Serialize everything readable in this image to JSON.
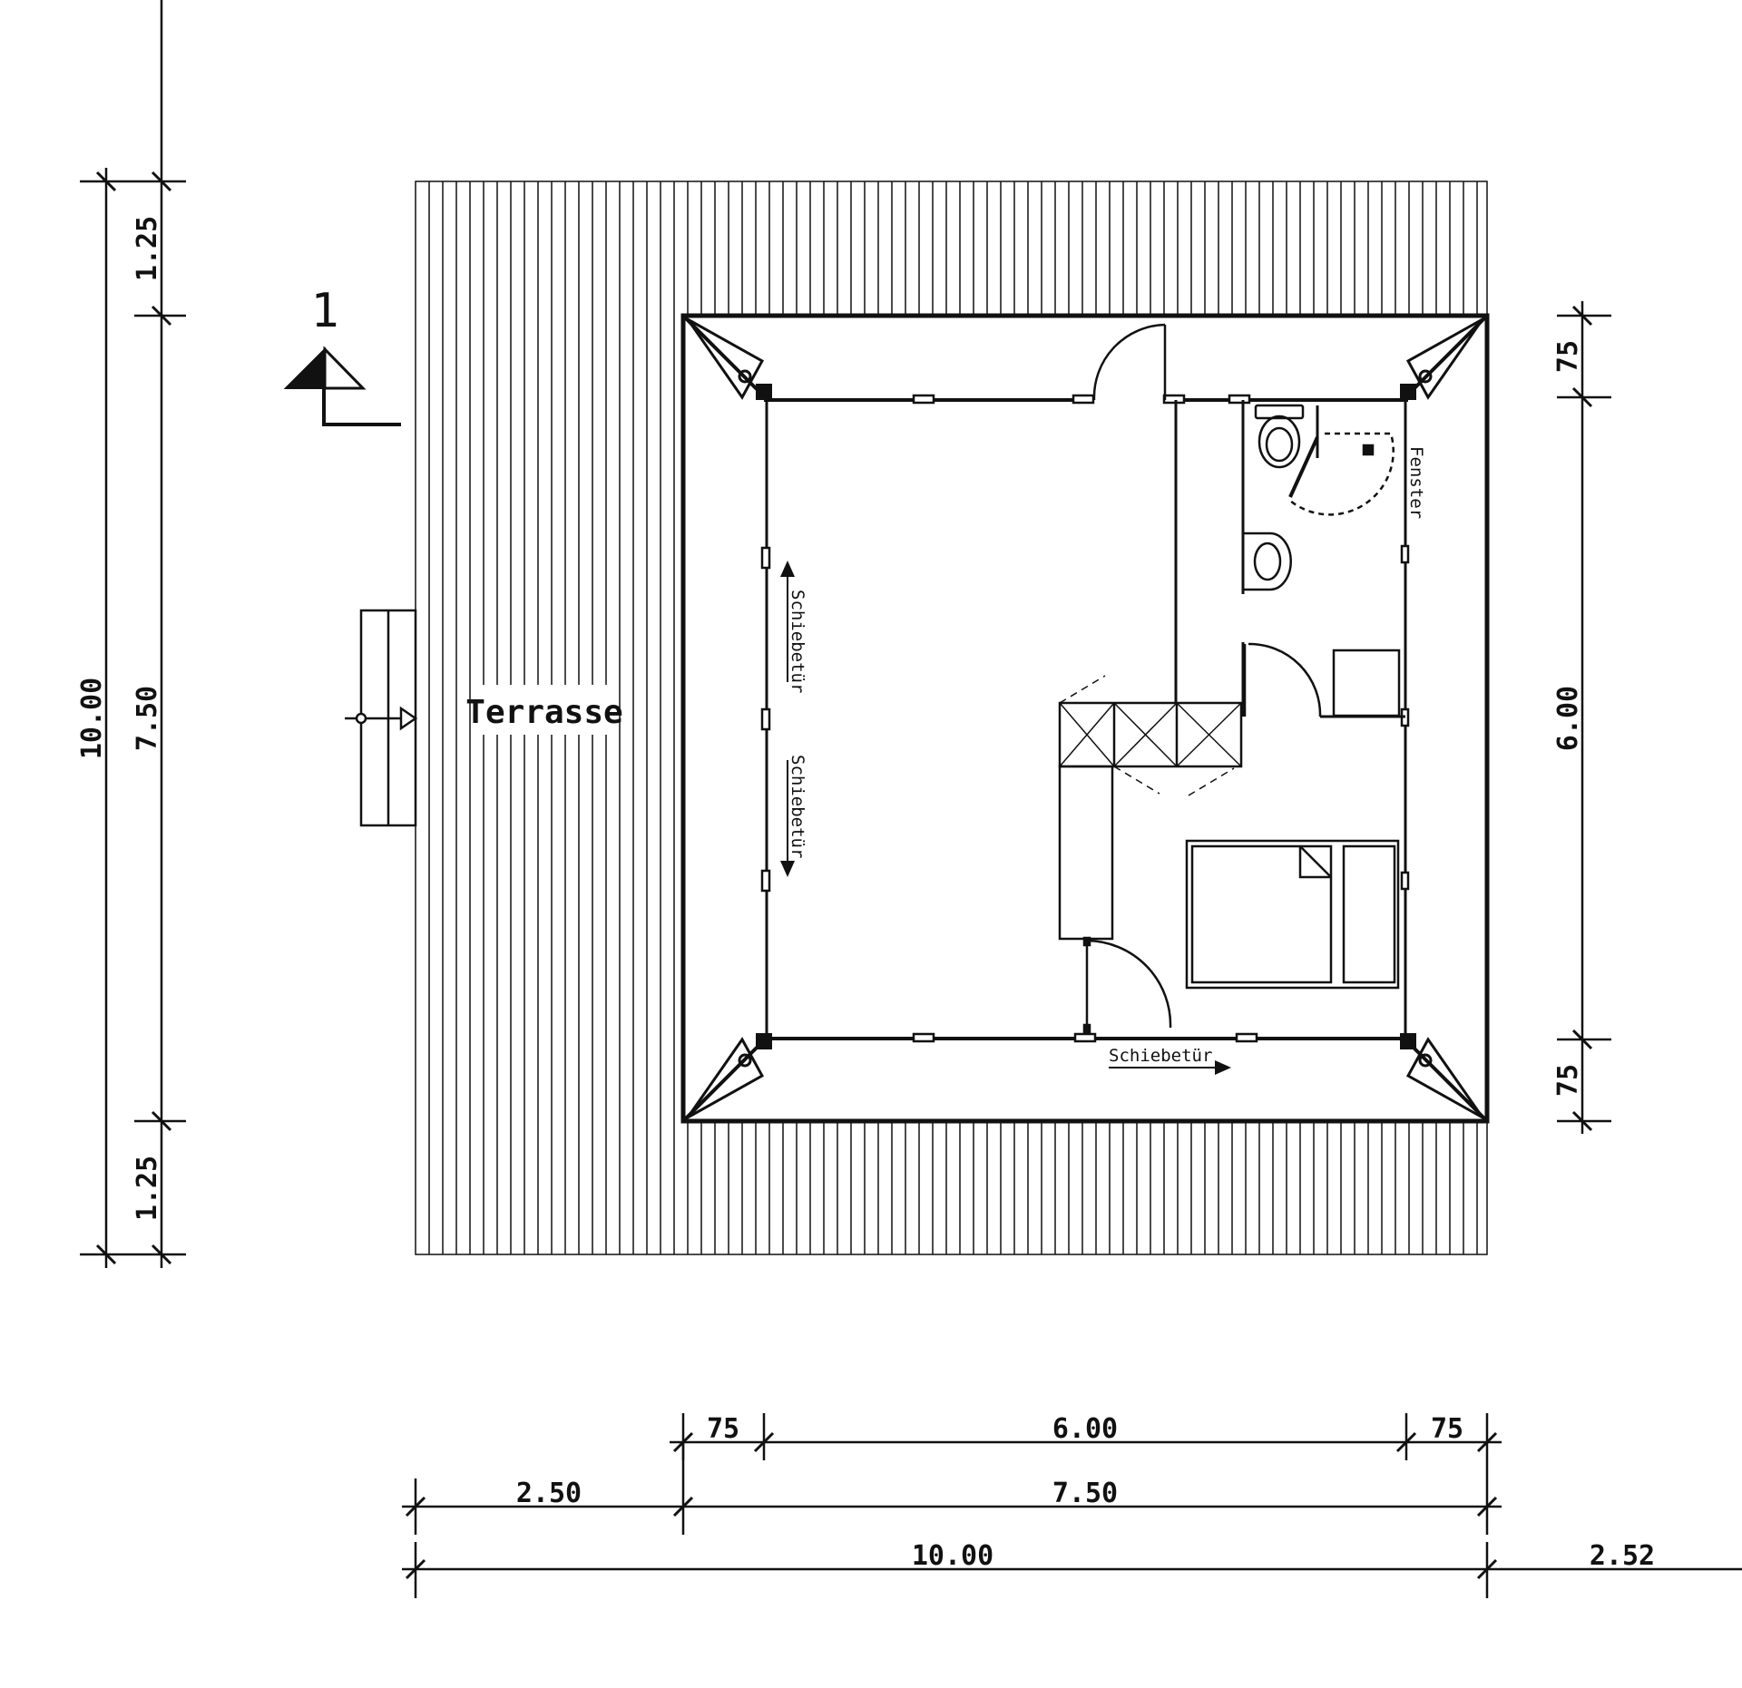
{
  "labels": {
    "terrace": "Terrasse",
    "sliding_door": "Schiebetür",
    "window": "Fenster",
    "section_mark": "1"
  },
  "dimensions": {
    "bottom_row1": [
      "75",
      "6.00",
      "75"
    ],
    "bottom_row2": [
      "2.50",
      "7.50"
    ],
    "bottom_row3": [
      "10.00",
      "2.52"
    ],
    "left_outer": "10.00",
    "left_inner": [
      "1.25",
      "7.50",
      "1.25"
    ],
    "right": [
      "75",
      "6.00",
      "75"
    ]
  },
  "colors": {
    "line": "#111111",
    "background": "#ffffff"
  }
}
